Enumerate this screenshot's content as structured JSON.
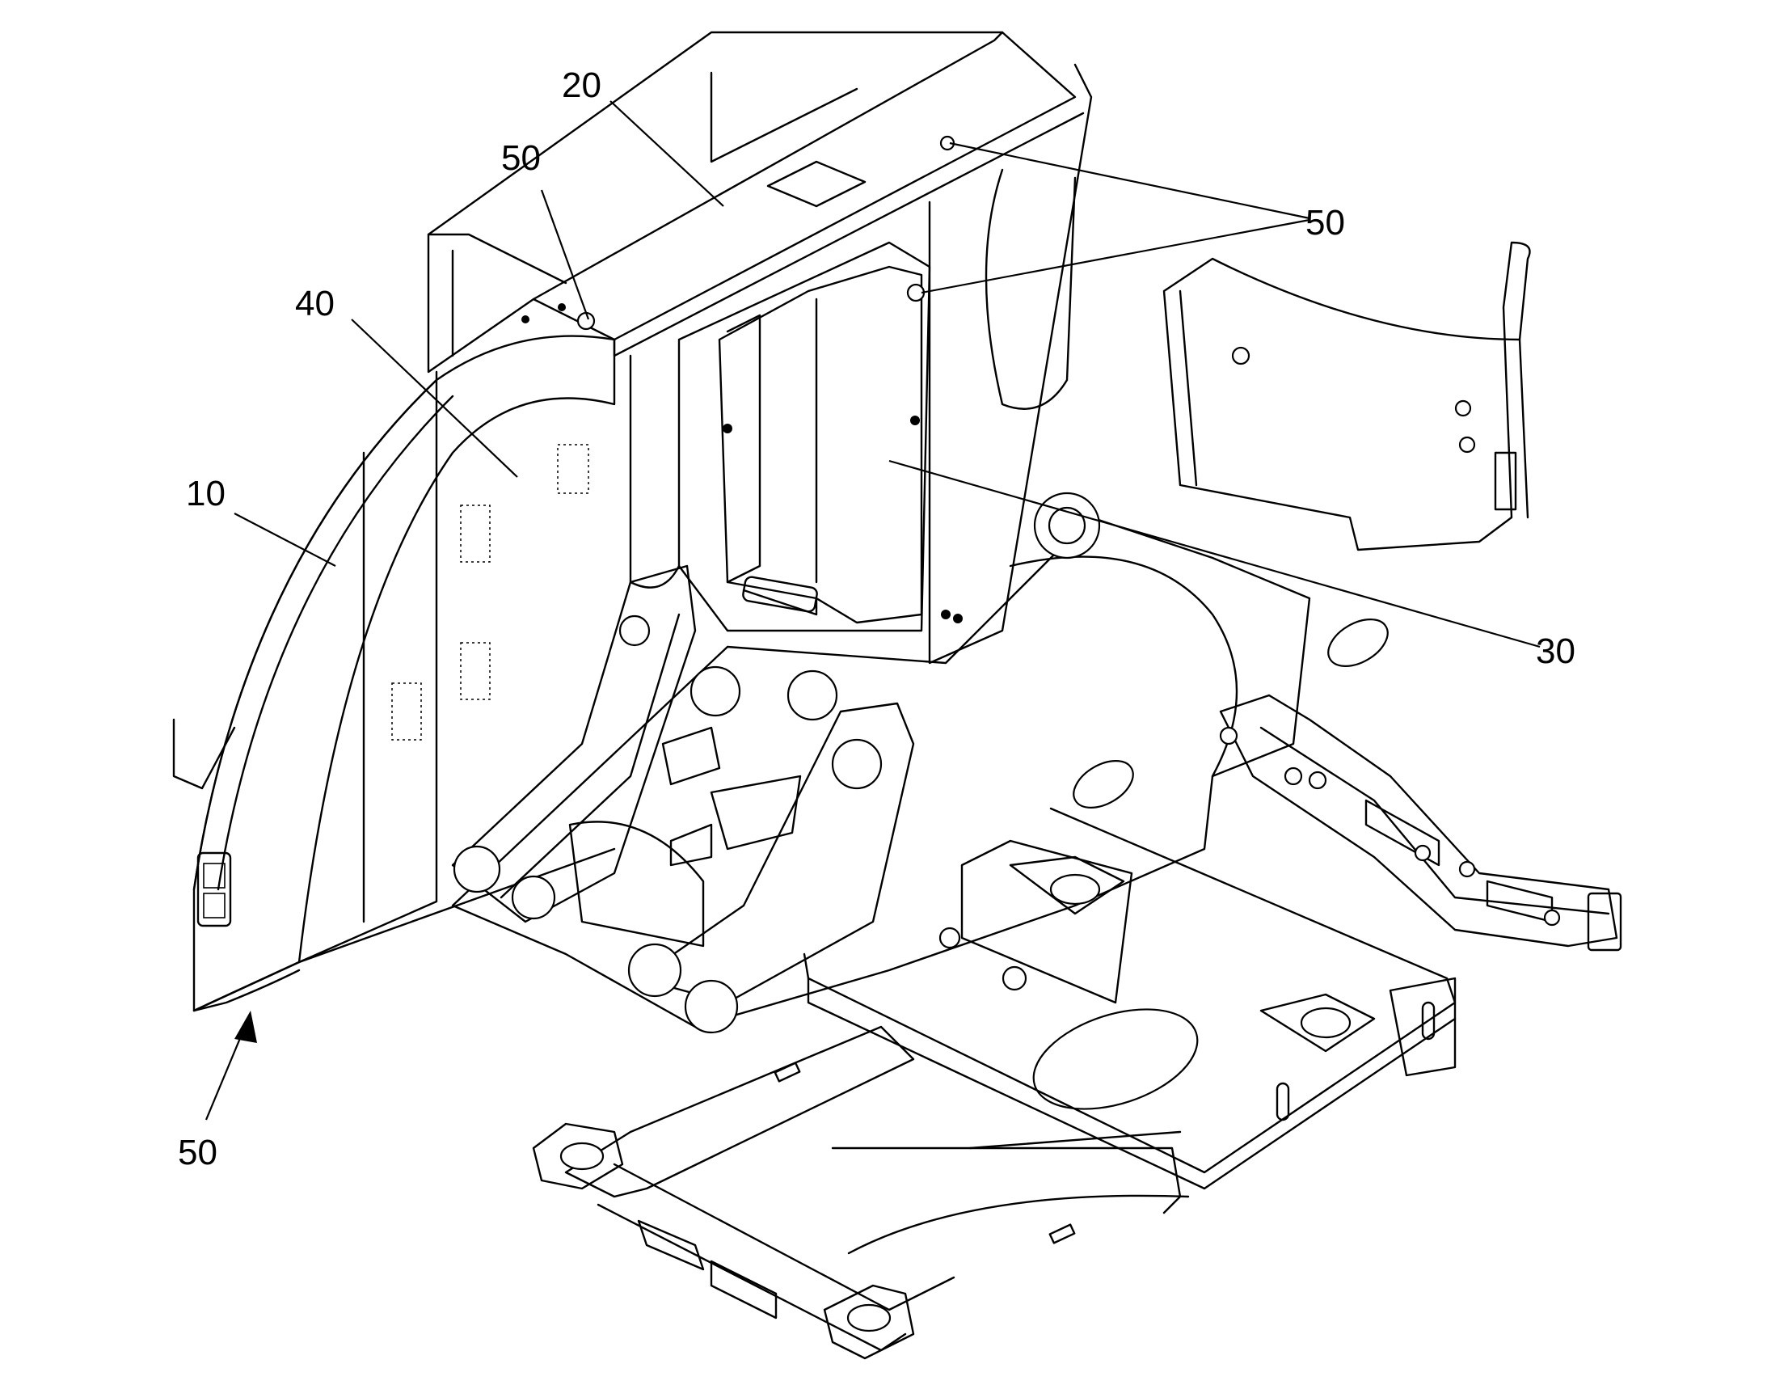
{
  "figure": {
    "labels": {
      "rear_frame_cover": "10",
      "upper_beam": "20",
      "side_panel": "30",
      "cover_panel": "40",
      "mount_top": "50",
      "mount_right": "50",
      "mount_arrow": "50"
    }
  }
}
